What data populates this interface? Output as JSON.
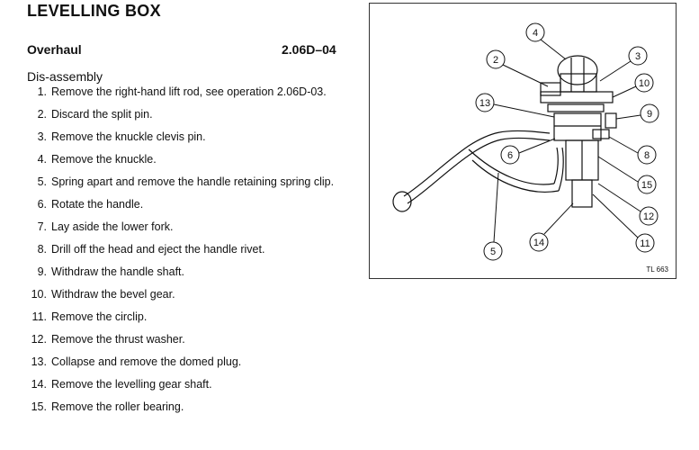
{
  "header": {
    "title": "LEVELLING BOX",
    "subtitle": "Overhaul",
    "operation_code": "2.06D–04"
  },
  "section": {
    "title": "Dis-assembly"
  },
  "steps": [
    {
      "num": "1.",
      "text": "Remove the right-hand lift rod, see operation 2.06D-03."
    },
    {
      "num": "2.",
      "text": "Discard the split pin."
    },
    {
      "num": "3.",
      "text": "Remove the knuckle clevis pin."
    },
    {
      "num": "4.",
      "text": "Remove the knuckle."
    },
    {
      "num": "5.",
      "text": "Spring apart and remove the handle retaining spring clip."
    },
    {
      "num": "6.",
      "text": "Rotate the handle."
    },
    {
      "num": "7.",
      "text": "Lay aside the lower fork."
    },
    {
      "num": "8.",
      "text": "Drill off the head and eject the handle rivet."
    },
    {
      "num": "9.",
      "text": "Withdraw the handle shaft."
    },
    {
      "num": "10.",
      "text": "Withdraw the bevel gear."
    },
    {
      "num": "11.",
      "text": "Remove the circlip."
    },
    {
      "num": "12.",
      "text": "Remove the thrust washer."
    },
    {
      "num": "13.",
      "text": "Collapse and remove the domed plug."
    },
    {
      "num": "14.",
      "text": "Remove the levelling gear shaft."
    },
    {
      "num": "15.",
      "text": "Remove the roller bearing."
    }
  ],
  "figure": {
    "id": "TL 663",
    "callouts": [
      "2",
      "3",
      "4",
      "5",
      "6",
      "8",
      "9",
      "10",
      "11",
      "12",
      "13",
      "14",
      "15"
    ]
  }
}
